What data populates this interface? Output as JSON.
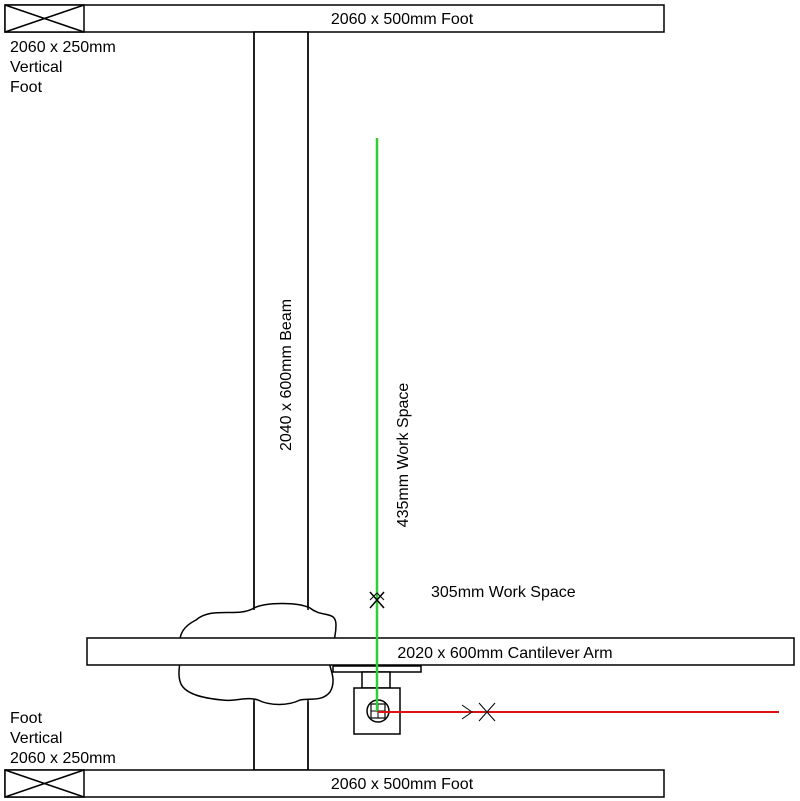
{
  "labels": {
    "top_foot": "2060 x 500mm Foot",
    "bottom_foot": "2060 x 500mm Foot",
    "top_vertical_foot": [
      "2060 x 250mm",
      "Vertical",
      "Foot"
    ],
    "bottom_vertical_foot": [
      "Foot",
      "Vertical",
      "2060 x 250mm"
    ],
    "beam": "2040 x 600mm Beam",
    "cantilever_arm": "2020 x 600mm Cantilever Arm",
    "vertical_work_space": "435mm Work Space",
    "horizontal_work_space": "305mm Work Space"
  },
  "colors": {
    "outline": "#000000",
    "vertical_work_space_line": "#33cc33",
    "horizontal_work_space_line": "#dd1111"
  }
}
